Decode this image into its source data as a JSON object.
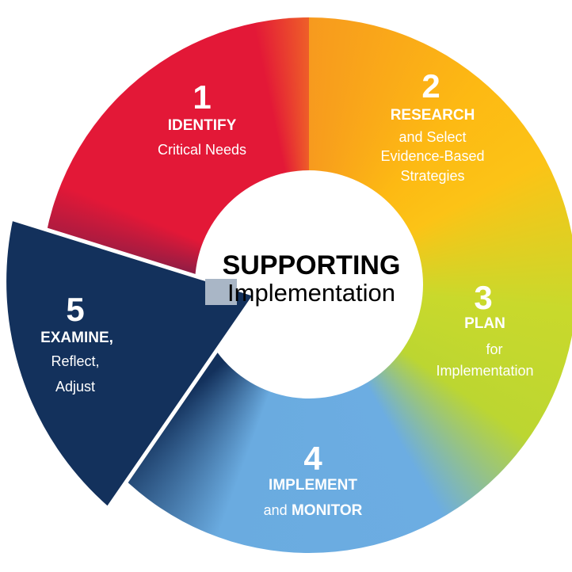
{
  "center": {
    "title": "SUPPORTING",
    "subtitle": "Implementation"
  },
  "steps": [
    {
      "number": "1",
      "title": "IDENTIFY",
      "lines": [
        "Critical Needs"
      ],
      "color": "#e31837"
    },
    {
      "number": "2",
      "title": "RESEARCH",
      "lines": [
        "and Select",
        "Evidence-Based",
        "Strategies"
      ],
      "color": "#fdb913"
    },
    {
      "number": "3",
      "title": "PLAN",
      "lines": [
        "for",
        "Implementation"
      ],
      "color": "#bcd631"
    },
    {
      "number": "4",
      "title": "IMPLEMENT",
      "prefix": "and",
      "title2": "MONITOR",
      "color": "#6cade2"
    },
    {
      "number": "5",
      "title": "EXAMINE,",
      "lines": [
        "Reflect,",
        "Adjust"
      ],
      "color": "#13315c"
    }
  ]
}
